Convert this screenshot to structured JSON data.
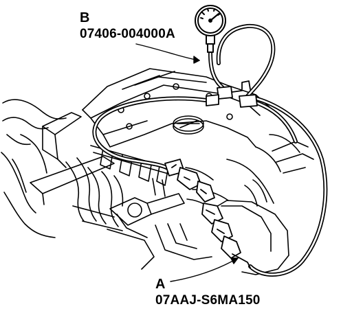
{
  "callouts": {
    "b": {
      "letter": "B",
      "part_number": "07406-004000A"
    },
    "a": {
      "letter": "A",
      "part_number": "07AAJ-S6MA150"
    }
  },
  "icons": {
    "gauge": "pressure-gauge-icon",
    "engine": "engine-illustration"
  }
}
